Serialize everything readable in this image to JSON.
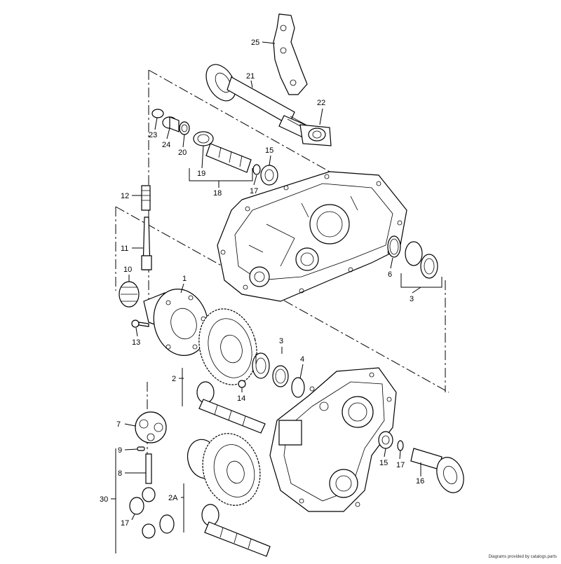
{
  "diagram": {
    "labels": {
      "l25": "25",
      "l21": "21",
      "l22": "22",
      "l23": "23",
      "l24": "24",
      "l20": "20",
      "l19": "19",
      "l18": "18",
      "l15a": "15",
      "l17a": "17",
      "l12": "12",
      "l11": "11",
      "l10": "10",
      "l1": "1",
      "l13": "13",
      "l6": "6",
      "l3a": "3",
      "l3b": "3",
      "l4": "4",
      "l2": "2",
      "l14": "14",
      "l7": "7",
      "l9": "9",
      "l8": "8",
      "l30": "30",
      "l17b": "17",
      "l2A": "2A",
      "l15b": "15",
      "l17c": "17",
      "l16": "16"
    },
    "credit": "Diagrams provided by catalogs.parts"
  }
}
